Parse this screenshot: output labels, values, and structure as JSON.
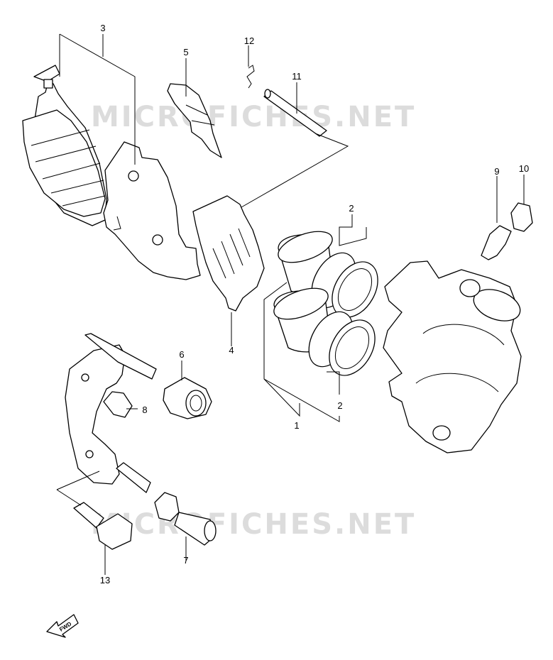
{
  "diagram": {
    "watermark_top": "MICROFICHES.NET",
    "watermark_bottom": "MICROFICHES.NET",
    "direction_label": "FWD",
    "callouts": {
      "p1": "1",
      "p2a": "2",
      "p2b": "2",
      "p3": "3",
      "p4": "4",
      "p5": "5",
      "p6": "6",
      "p7": "7",
      "p8": "8",
      "p9": "9",
      "p10": "10",
      "p11": "11",
      "p12": "12",
      "p13": "13"
    }
  }
}
